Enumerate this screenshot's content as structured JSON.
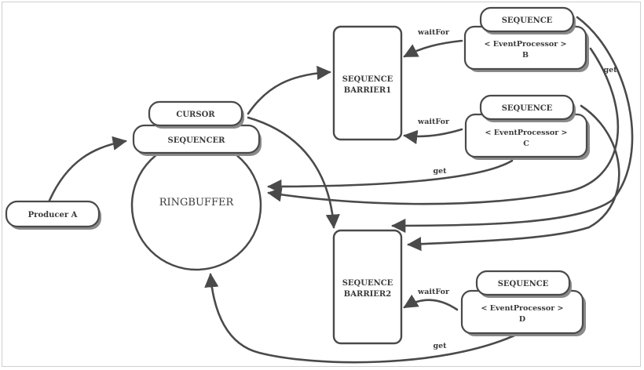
{
  "colors": {
    "stroke": "#4a4a4a",
    "shadow": "#8a8a8a",
    "text": "#3a3a3a",
    "background": "#ffffff"
  },
  "producer": {
    "label": "Producer A"
  },
  "cursor": {
    "label": "CURSOR"
  },
  "sequencer": {
    "label": "SEQUENCER"
  },
  "ringbuffer": {
    "label": "RINGBUFFER"
  },
  "barrier1": {
    "line1": "SEQUENCE",
    "line2": "BARRIER1"
  },
  "barrier2": {
    "line1": "SEQUENCE",
    "line2": "BARRIER2"
  },
  "processor_b": {
    "sequence": "SEQUENCE",
    "name": "< EventProcessor >",
    "id": "B"
  },
  "processor_c": {
    "sequence": "SEQUENCE",
    "name": "< EventProcessor >",
    "id": "C"
  },
  "processor_d": {
    "sequence": "SEQUENCE",
    "name": "< EventProcessor >",
    "id": "D"
  },
  "edges": {
    "wait_b": "waitFor",
    "wait_c": "waitFor",
    "wait_d": "waitFor",
    "get_b": "get",
    "get_c": "get",
    "get_d": "get"
  }
}
